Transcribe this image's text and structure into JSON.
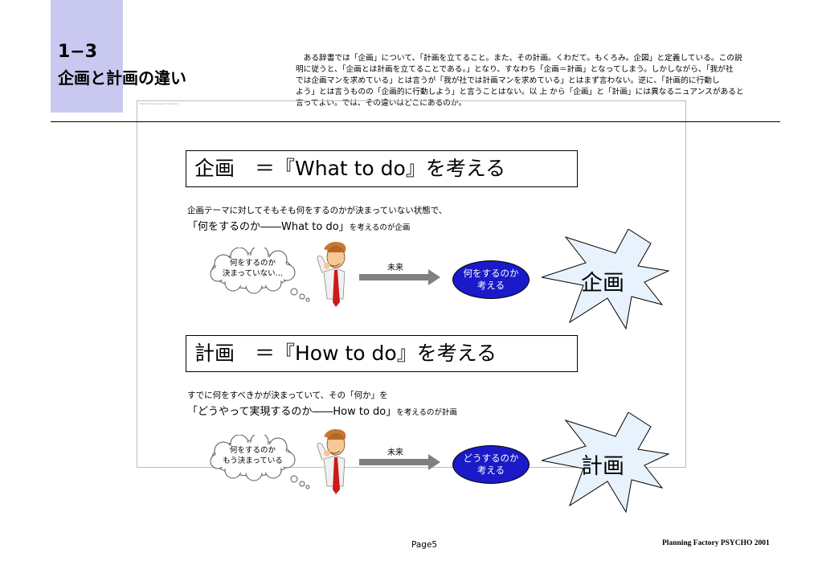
{
  "header": {
    "section_number": "1−3",
    "section_title": "企画と計画の違い",
    "intro_lines": [
      "　ある辞書では「企画」について、「計画を立てること。また、その計画。くわだて。もくろみ。企図」と定義している。この説",
      "明に従うと、「企画とは計画を立てることである。」となり、すなわち「企画＝計画」となってしまう。しかしながら、「我が社",
      "では企画マンを求めている」とは言うが「我が社では計画マンを求めている」とはまず言わない。逆に、「計画的に行動し",
      "よう」とは言うものの「企画的に行動しよう」と言うことはない。以 上 から「企画」と「計画」には異なるニュアンスがあると",
      "言ってよい。では、その違いはどこにあるのか。"
    ]
  },
  "slide": {
    "tiny_caption": "The thinking process of planners",
    "kikaku": {
      "heading": "企画　＝『What to do』を考える",
      "desc1": "企画テーマに対してそもそも何をするのかが決まっていない状態で、",
      "desc2_main": "「何をするのか――What to do」",
      "desc2_tail": "を考えるのが企画",
      "thought_line1": "何をするのか",
      "thought_line2": "決まっていない…",
      "arrow_label": "未来",
      "oval_line1": "何をするのか",
      "oval_line2": "考える",
      "burst": "企画"
    },
    "keikaku": {
      "heading": "計画　＝『How to do』を考える",
      "desc1": "すでに何をすべきかが決まっていて、その「何か」を",
      "desc2_main": "「どうやって実現するのか――How to do」",
      "desc2_tail": "を考えるのが計画",
      "thought_line1": "何をするのか",
      "thought_line2": "もう決まっている",
      "arrow_label": "未来",
      "oval_line1": "どうするのか",
      "oval_line2": "考える",
      "burst": "計画"
    }
  },
  "footer": {
    "page": "Page5",
    "credit": "Planning Factory PSYCHO 2001"
  },
  "colors": {
    "header_tab": "#c8c8f0",
    "oval": "#1a1ac8",
    "burst_fill": "#e8f2fc",
    "arrow": "#808080",
    "tie": "#cc1a1a"
  }
}
